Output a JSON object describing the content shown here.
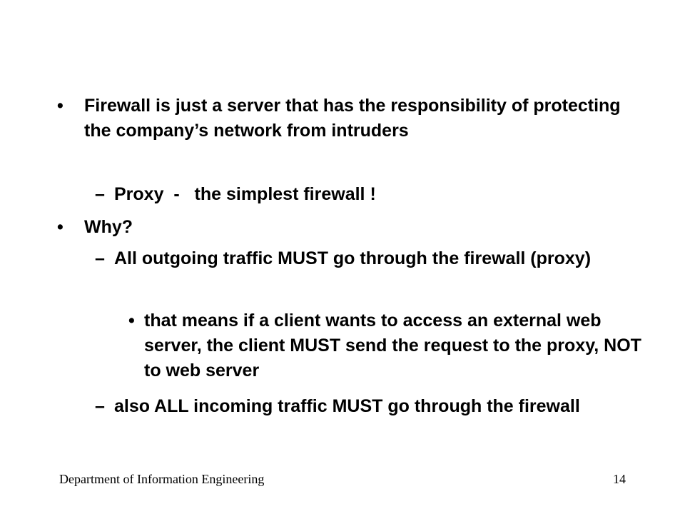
{
  "slide": {
    "bullets": [
      {
        "marker": "•",
        "text": "Firewall is just a server that has the responsibility of protecting the company’s network from intruders"
      },
      {
        "marker": "–",
        "text": "Proxy  -   the simplest firewall !"
      },
      {
        "marker": "•",
        "text": "Why?"
      },
      {
        "marker": "–",
        "text": "All outgoing traffic MUST go through the firewall (proxy)"
      },
      {
        "marker": "•",
        "text": "that means if a client wants to access an external web server, the client MUST send the request to the proxy, NOT to web server"
      },
      {
        "marker": "–",
        "text": "also ALL incoming traffic MUST go through the firewall"
      }
    ]
  },
  "footer": {
    "department": "Department of Information Engineering",
    "page_number": "14"
  }
}
